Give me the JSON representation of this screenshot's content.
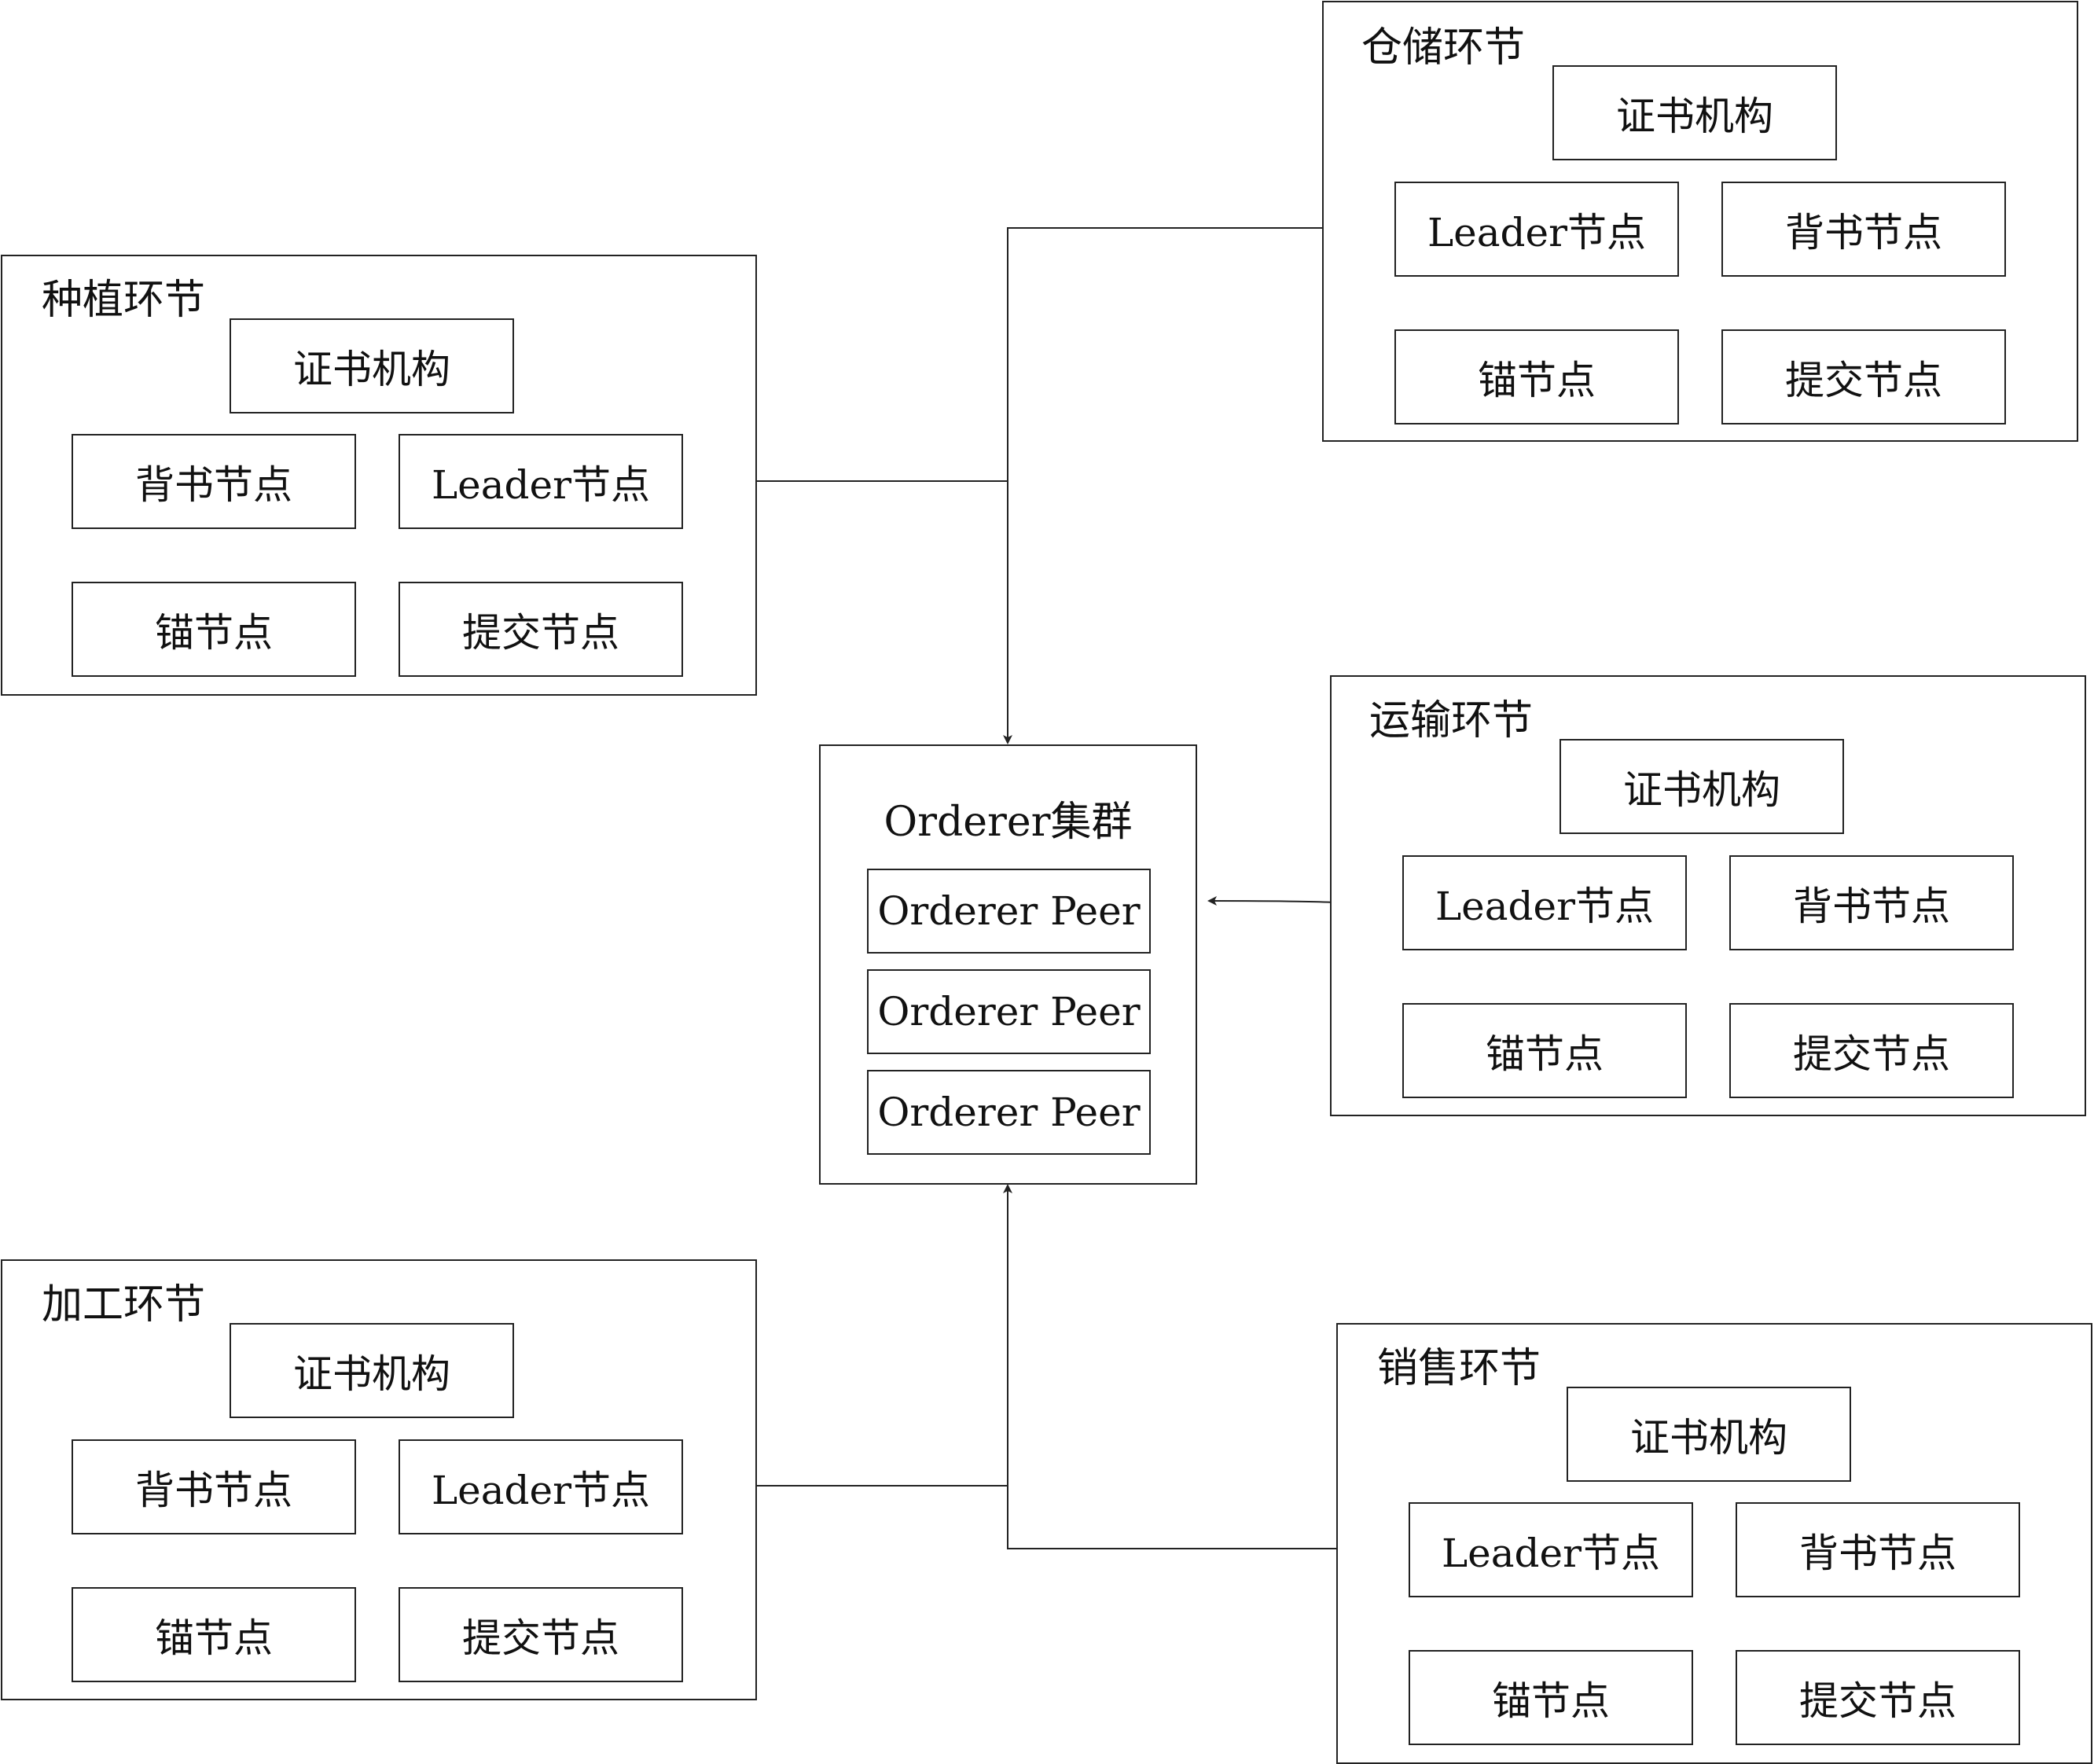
{
  "orderer": {
    "title": "Orderer集群",
    "peers": [
      "Orderer Peer",
      "Orderer Peer",
      "Orderer Peer"
    ]
  },
  "groups": {
    "planting": {
      "title": "种植环节",
      "ca": "证书机构",
      "leader": "Leader节点",
      "endorser": "背书节点",
      "anchor": "锚节点",
      "committer": "提交节点"
    },
    "storage": {
      "title": "仓储环节",
      "ca": "证书机构",
      "leader": "Leader节点",
      "endorser": "背书节点",
      "anchor": "锚节点",
      "committer": "提交节点"
    },
    "transport": {
      "title": "运输环节",
      "ca": "证书机构",
      "leader": "Leader节点",
      "endorser": "背书节点",
      "anchor": "锚节点",
      "committer": "提交节点"
    },
    "processing": {
      "title": "加工环节",
      "ca": "证书机构",
      "leader": "Leader节点",
      "endorser": "背书节点",
      "anchor": "锚节点",
      "committer": "提交节点"
    },
    "sales": {
      "title": "销售环节",
      "ca": "证书机构",
      "leader": "Leader节点",
      "endorser": "背书节点",
      "anchor": "锚节点",
      "committer": "提交节点"
    }
  },
  "colors": {
    "line": "#222222",
    "background": "#ffffff"
  }
}
